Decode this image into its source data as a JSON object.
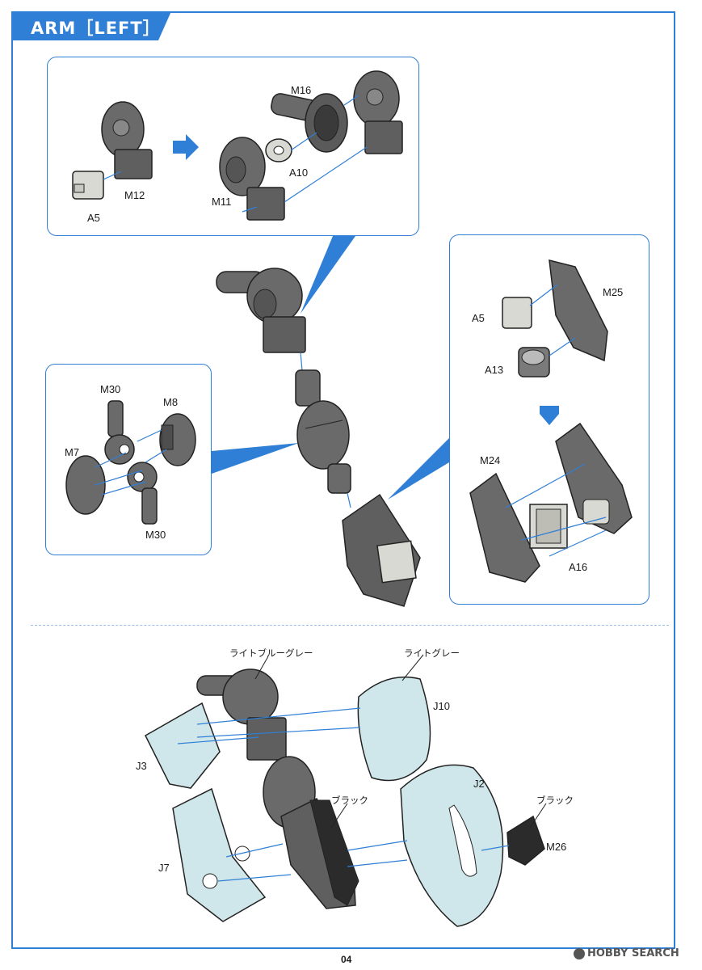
{
  "title": "ARM［LEFT］",
  "page_number": "04",
  "watermark": "HOBBY SEARCH",
  "labels": {
    "m16": "M16",
    "m12": "M12",
    "a5_top": "A5",
    "m11": "M11",
    "a10": "A10",
    "m30_top": "M30",
    "m8": "M8",
    "m7": "M7",
    "m30_bottom": "M30",
    "m25": "M25",
    "a5_right": "A5",
    "a13": "A13",
    "m24": "M24",
    "a16": "A16",
    "light_blue_gray": "ライトブルーグレー",
    "light_gray": "ライトグレー",
    "j10": "J10",
    "j3": "J3",
    "j2": "J2",
    "j7": "J7",
    "black_1": "ブラック",
    "black_2": "ブラック",
    "m26": "M26"
  },
  "colors": {
    "accent": "#2f7fd6",
    "part_dark": "#5a5a5a",
    "part_light": "#d9d9d3",
    "armor_light": "#cfe7ea",
    "black": "#2b2b2b"
  }
}
